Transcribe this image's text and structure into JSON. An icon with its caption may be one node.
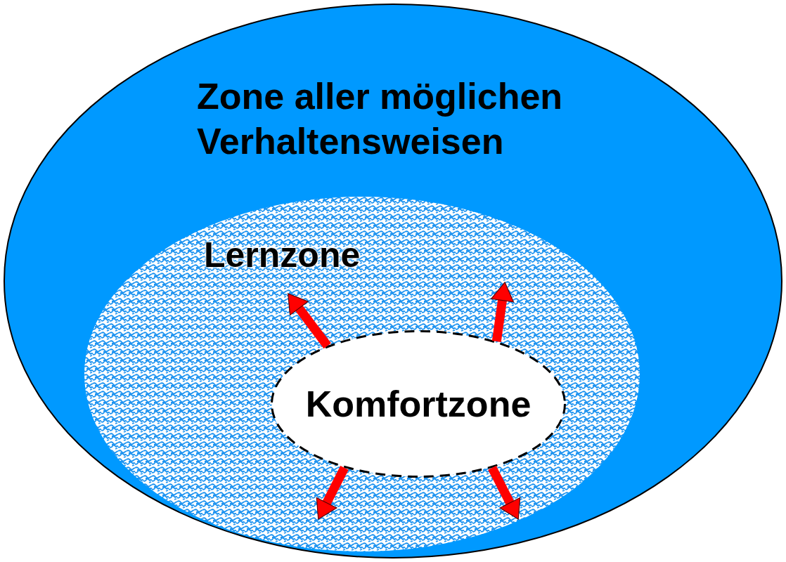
{
  "diagram": {
    "nodes": [
      {
        "text": [
          "Zone aller möglichen Verhaltensweisen"
        ]
      },
      {
        "text": [
          "Lernzone"
        ],
        "in": 0
      },
      {
        "text": [
          "Komfortzone"
        ],
        "in": 1
      }
    ],
    "edges": [
      {
        "from": 2,
        "to": null,
        "arrow": "to"
      },
      {
        "from": 2,
        "to": null,
        "arrow": "to"
      },
      {
        "from": 2,
        "to": null,
        "arrow": "to"
      },
      {
        "from": 2,
        "to": null,
        "arrow": "to"
      }
    ]
  }
}
